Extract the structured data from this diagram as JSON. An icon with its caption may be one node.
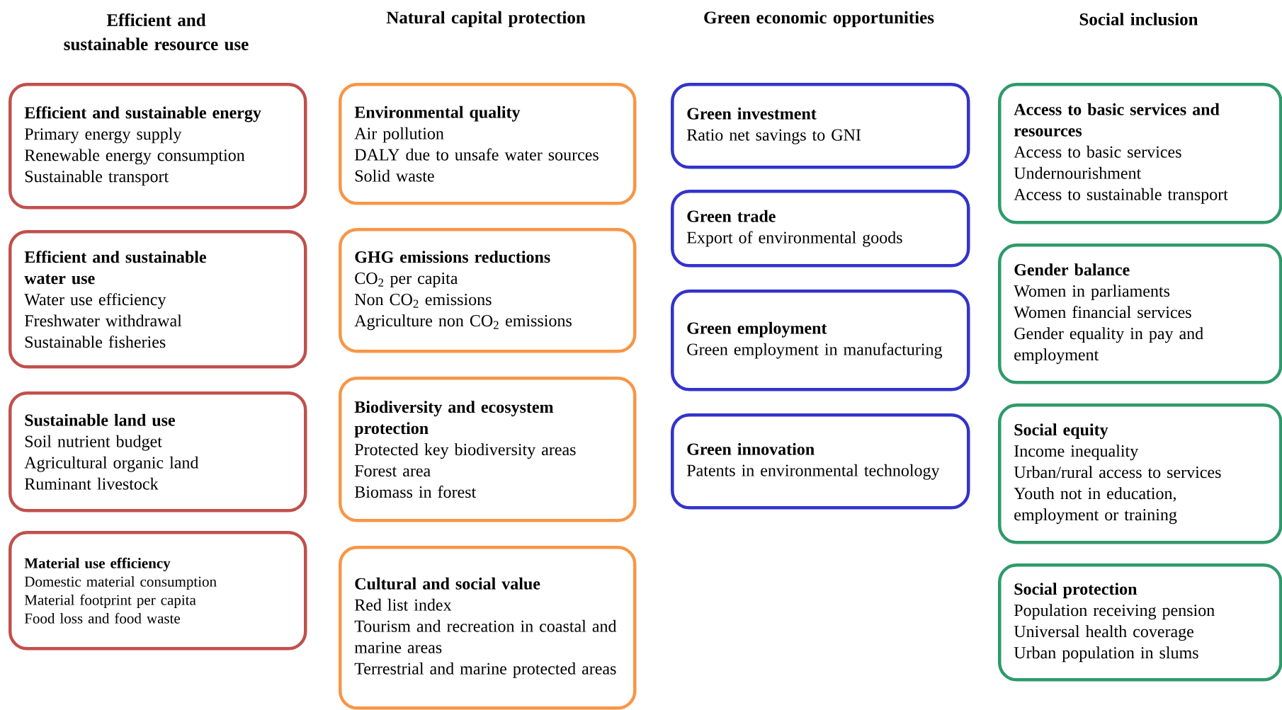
{
  "diagram": {
    "labels": [
      "Efficient and sustainable resource use",
      "Natural capital protection",
      "Green economic opportunities",
      "Social inclusion"
    ],
    "nodes": [
      {
        "text": [
          "Efficient and sustainable energy",
          "Primary energy supply",
          "Renewable energy consumption",
          "Sustainable transport"
        ]
      },
      {
        "text": [
          "Efficient and sustainable water use",
          "Water use efficiency",
          "Freshwater withdrawal",
          "Sustainable fisheries"
        ]
      },
      {
        "text": [
          "Sustainable land use",
          "Soil nutrient budget",
          "Agricultural organic land",
          "Ruminant livestock"
        ]
      },
      {
        "text": [
          "Material use efficiency",
          "Domestic material consumption",
          "Material footprint per capita",
          "Food loss and food waste"
        ]
      },
      {
        "text": [
          "Environmental quality",
          "Air pollution",
          "DALY due to unsafe water sources",
          "Solid waste"
        ]
      },
      {
        "text": [
          "GHG emissions reductions",
          "CO$_{2}$ per capita",
          "Non CO$_{2}$ emissions",
          "Agriculture non CO$_{2}$ emissions"
        ]
      },
      {
        "text": [
          "Biodiversity and ecosystem protection",
          "Protected key biodiversity areas",
          "Forest area",
          "Biomass in forest"
        ]
      },
      {
        "text": [
          "Cultural and social value",
          "Red list index",
          "Tourism and recreation in coastal and marine areas",
          "Terrestrial and marine protected areas"
        ]
      },
      {
        "text": [
          "Green investment",
          "Ratio net savings to GNI"
        ]
      },
      {
        "text": [
          "Green trade",
          "Export of environmental goods"
        ]
      },
      {
        "text": [
          "Green employment",
          "Green employment in manufacturing"
        ]
      },
      {
        "text": [
          "Green innovation",
          "Patents in environmental technology"
        ]
      },
      {
        "text": [
          "Access to basic services and resources",
          "Access to basic services",
          "Undernourishment",
          "Access to sustainable transport"
        ]
      },
      {
        "text": [
          "Gender balance",
          "Women in parliaments",
          "Women financial services",
          "Gender equality in pay and employment"
        ]
      },
      {
        "text": [
          "Social equity",
          "Income inequality",
          "Urban/rural access to services",
          "Youth not in education, employment or training"
        ]
      },
      {
        "text": [
          "Social protection",
          "Population receiving pension",
          "Universal health coverage",
          "Urban population in slums"
        ]
      }
    ]
  }
}
